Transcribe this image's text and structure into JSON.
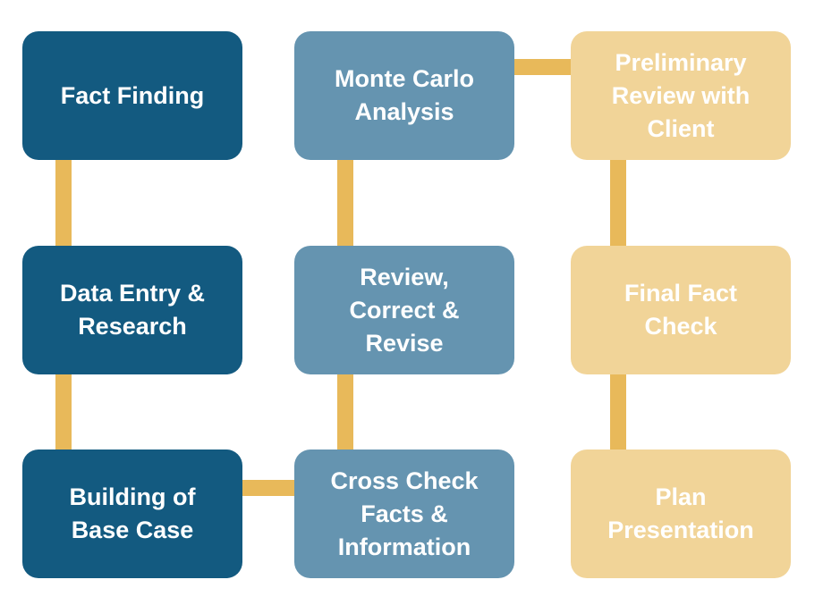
{
  "colors": {
    "column1": "#135a80",
    "column2": "#6594b0",
    "column3": "#f1d498",
    "connector": "#e8b95a"
  },
  "steps": [
    {
      "label": "Fact Finding"
    },
    {
      "label": "Data Entry &\nResearch"
    },
    {
      "label": "Building of\nBase Case"
    },
    {
      "label": "Cross Check\nFacts &\nInformation"
    },
    {
      "label": "Review,\nCorrect &\nRevise"
    },
    {
      "label": "Monte Carlo\nAnalysis"
    },
    {
      "label": "Preliminary\nReview with\nClient"
    },
    {
      "label": "Final Fact\nCheck"
    },
    {
      "label": "Plan\nPresentation"
    }
  ]
}
